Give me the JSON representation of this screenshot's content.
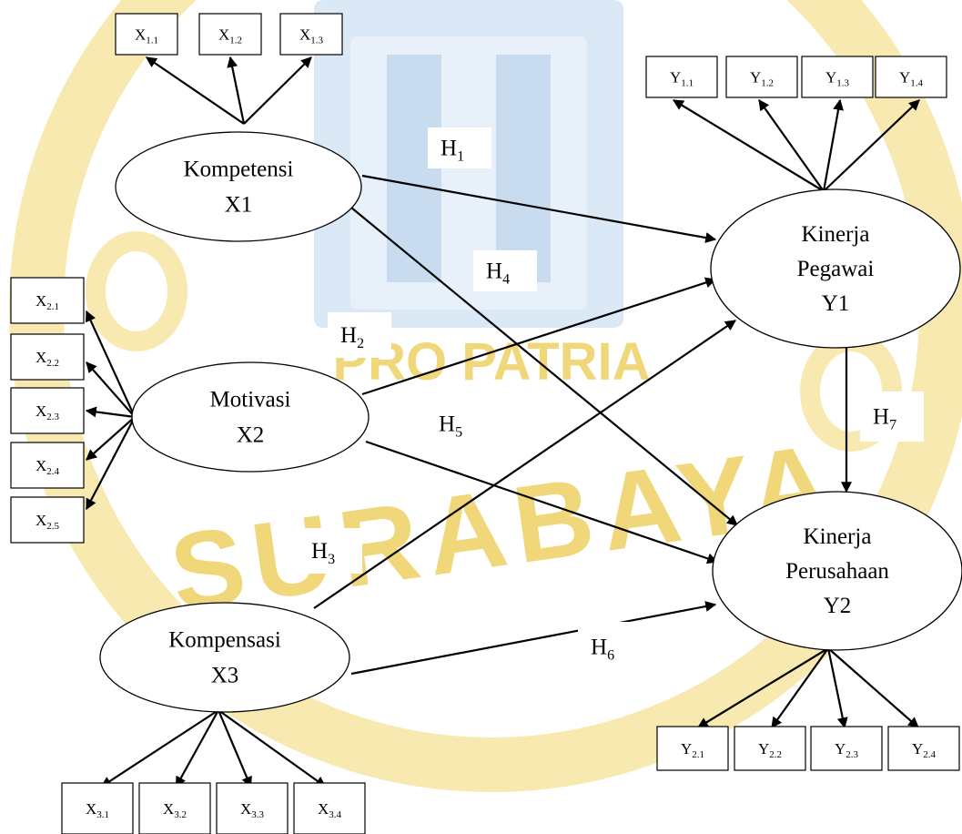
{
  "watermark": {
    "text": "PRO PATRIA",
    "arc_text": "SURABAYA",
    "color": "#f0d77a",
    "shield_color": "#bcd3ea",
    "shield_highlight": "#d8e9f7"
  },
  "constructs": {
    "X1": {
      "lines": [
        "Kompetensi",
        "X1"
      ]
    },
    "X2": {
      "lines": [
        "Motivasi",
        "X2"
      ]
    },
    "X3": {
      "lines": [
        "Kompensasi",
        "X3"
      ]
    },
    "Y1": {
      "lines": [
        "Kinerja",
        "Pegawai",
        "Y1"
      ]
    },
    "Y2": {
      "lines": [
        "Kinerja",
        "Perusahaan",
        "Y2"
      ]
    }
  },
  "indicators": {
    "X1": [
      {
        "base": "X",
        "sub": "1.1"
      },
      {
        "base": "X",
        "sub": "1.2"
      },
      {
        "base": "X",
        "sub": "1.3"
      }
    ],
    "X2": [
      {
        "base": "X",
        "sub": "2.1"
      },
      {
        "base": "X",
        "sub": "2.2"
      },
      {
        "base": "X",
        "sub": "2.3"
      },
      {
        "base": "X",
        "sub": "2.4"
      },
      {
        "base": "X",
        "sub": "2.5"
      }
    ],
    "X3": [
      {
        "base": "X",
        "sub": "3.1"
      },
      {
        "base": "X",
        "sub": "3.2"
      },
      {
        "base": "X",
        "sub": "3.3"
      },
      {
        "base": "X",
        "sub": "3.4"
      }
    ],
    "Y1": [
      {
        "base": "Y",
        "sub": "1.1"
      },
      {
        "base": "Y",
        "sub": "1.2"
      },
      {
        "base": "Y",
        "sub": "1.3"
      },
      {
        "base": "Y",
        "sub": "1.4"
      }
    ],
    "Y2": [
      {
        "base": "Y",
        "sub": "2.1"
      },
      {
        "base": "Y",
        "sub": "2.2"
      },
      {
        "base": "Y",
        "sub": "2.3"
      },
      {
        "base": "Y",
        "sub": "2.4"
      }
    ]
  },
  "hypotheses": [
    {
      "id": "H1",
      "base": "H",
      "sub": "1",
      "from": "X1",
      "to": "Y1"
    },
    {
      "id": "H2",
      "base": "H",
      "sub": "2",
      "from": "X2",
      "to": "Y1"
    },
    {
      "id": "H3",
      "base": "H",
      "sub": "3",
      "from": "X3",
      "to": "Y1"
    },
    {
      "id": "H4",
      "base": "H",
      "sub": "4",
      "from": "X1",
      "to": "Y2"
    },
    {
      "id": "H5",
      "base": "H",
      "sub": "5",
      "from": "X2",
      "to": "Y2"
    },
    {
      "id": "H6",
      "base": "H",
      "sub": "6",
      "from": "X3",
      "to": "Y2"
    },
    {
      "id": "H7",
      "base": "H",
      "sub": "7",
      "from": "Y1",
      "to": "Y2"
    }
  ]
}
